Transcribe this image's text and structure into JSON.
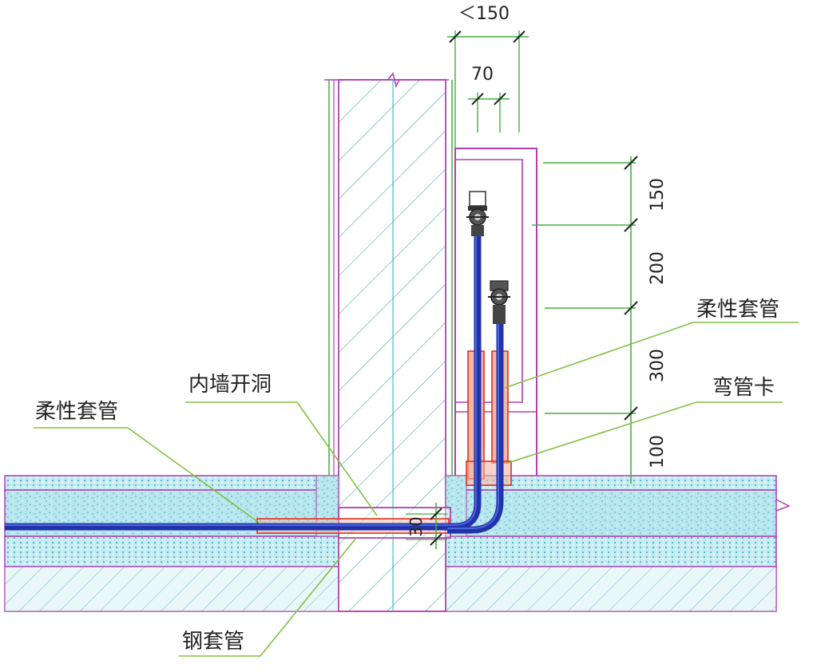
{
  "labels": {
    "sleeve_upper": "柔性套管",
    "elbow_clip": "弯管卡",
    "wall_opening": "内墙开洞",
    "sleeve_lower": "柔性套管",
    "steel_sleeve": "钢套管"
  },
  "dimensions": {
    "top_width": "＜150",
    "pipe_spacing": "70",
    "v1": "150",
    "v2": "200",
    "v3": "300",
    "v4": "100",
    "wall_offset": "30"
  },
  "colors": {
    "pipe": "#2233aa",
    "sleeve": "#e03020",
    "sleeve_fill": "#f2b8a8",
    "outline": "#b040b0",
    "dimension": "#40b040",
    "hatch": "#40a8b0",
    "floor_fill": "#a8e0e8",
    "leader": "#80c040"
  }
}
